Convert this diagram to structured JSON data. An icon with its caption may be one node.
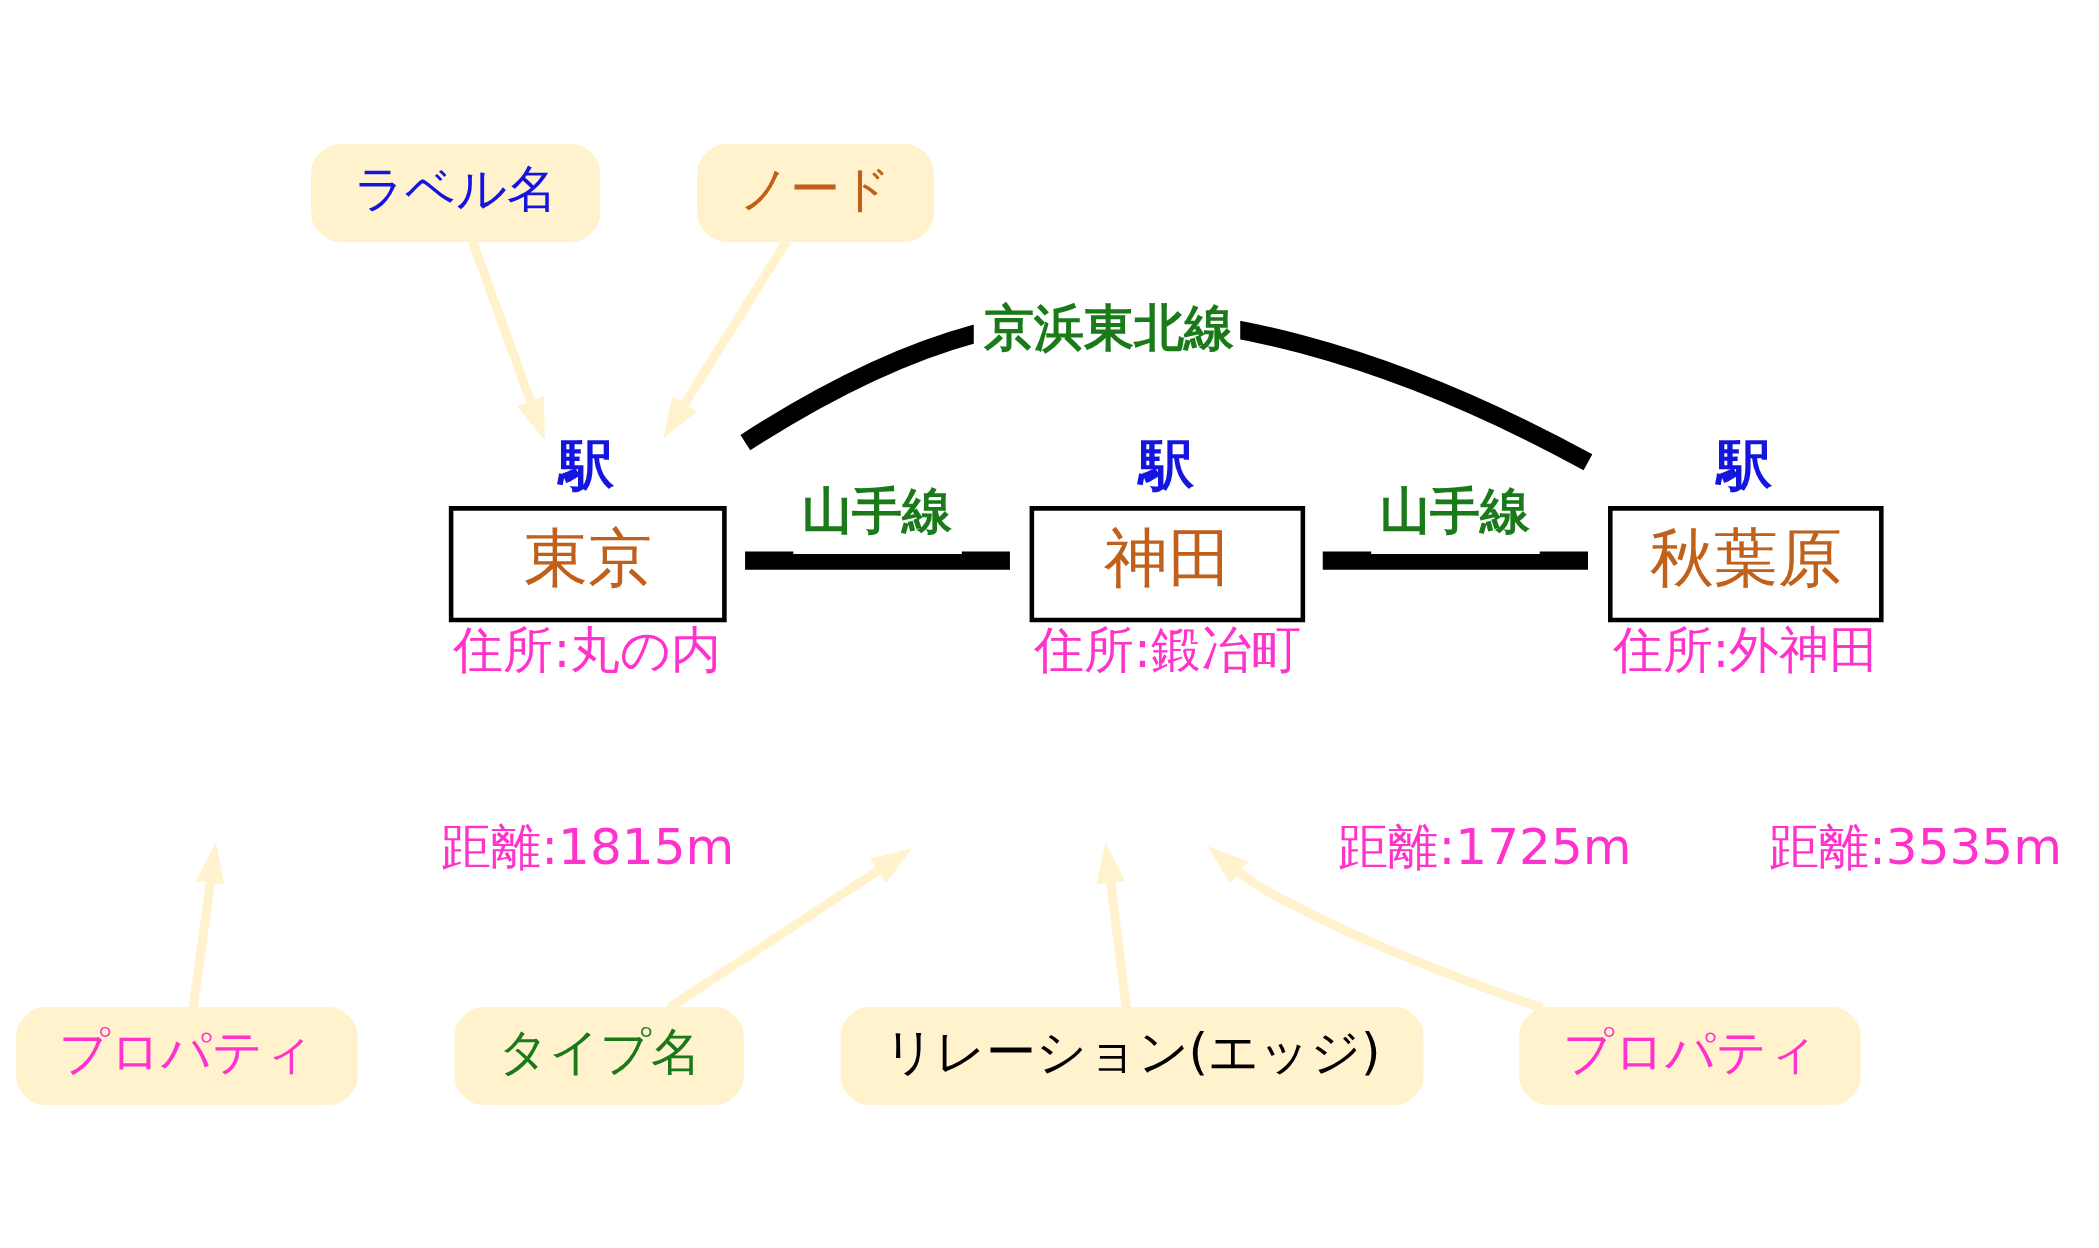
{
  "diagram": {
    "nodes": [
      {
        "text": [
          "駅",
          "東京"
        ],
        "beside": [
          "住所:丸の内"
        ]
      },
      {
        "text": [
          "駅",
          "神田"
        ],
        "beside": [
          "住所:鍛冶町"
        ]
      },
      {
        "text": [
          "駅",
          "秋葉原"
        ],
        "beside": [
          "住所:外神田"
        ]
      },
      {
        "text": [
          "ラベル名"
        ]
      },
      {
        "text": [
          "ノード"
        ]
      },
      {
        "text": [
          "プロパティ"
        ]
      },
      {
        "text": [
          "タイプ名"
        ]
      },
      {
        "text": [
          "リレーション(エッジ)"
        ]
      },
      {
        "text": [
          "プロパティ"
        ]
      }
    ],
    "edges": [
      {
        "from": 0,
        "to": 1,
        "arrow": "none",
        "label": "山手線",
        "style": "thick",
        "color": "#000000"
      },
      {
        "from": 1,
        "to": 2,
        "arrow": "none",
        "label": "山手線",
        "style": "thick",
        "color": "#000000"
      },
      {
        "from": 0,
        "to": 2,
        "arrow": "none",
        "label": "京浜東北線",
        "style": "thick",
        "color": "#000000"
      },
      {
        "from": 3,
        "to": 0,
        "arrow": "to",
        "color": "#fff2cc"
      },
      {
        "from": 4,
        "to": 0,
        "arrow": "to",
        "color": "#fff2cc"
      },
      {
        "from": 5,
        "to": null,
        "arrow": "to",
        "color": "#fff2cc"
      },
      {
        "from": 6,
        "to": null,
        "arrow": "to",
        "color": "#fff2cc"
      },
      {
        "from": 7,
        "to": null,
        "arrow": "to",
        "color": "#fff2cc"
      },
      {
        "from": 8,
        "to": null,
        "arrow": "to",
        "color": "#fff2cc"
      }
    ],
    "labels": [
      "距離:1815m",
      "距離:1725m",
      "距離:3535m"
    ]
  }
}
